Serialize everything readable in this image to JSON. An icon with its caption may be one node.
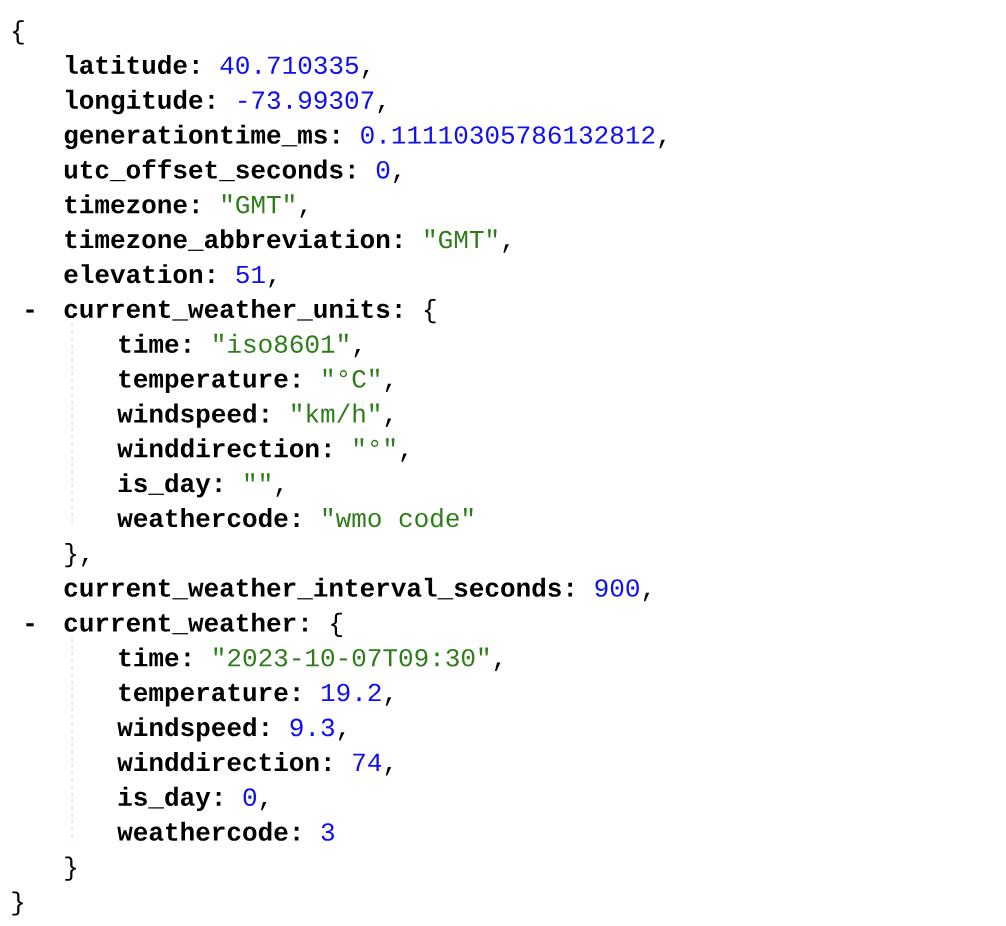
{
  "diagram": {
    "labels": [
      "{",
      "latitude:",
      "40.710335",
      ",",
      "longitude:",
      "-73.99307",
      ",",
      "generationtime_ms:",
      "0.11110305786132812",
      ",",
      "utc_offset_seconds:",
      "0",
      ",",
      "timezone:",
      "\"GMT\"",
      ",",
      "timezone_abbreviation:",
      "\"GMT\"",
      ",",
      "elevation:",
      "51",
      ",",
      "-",
      "current_weather_units:",
      "{",
      "time:",
      "\"iso8601\"",
      ",",
      "temperature:",
      "\"°C\"",
      ",",
      "windspeed:",
      "\"km/h\"",
      ",",
      "winddirection:",
      "\"°\"",
      ",",
      "is_day:",
      "\"\"",
      ",",
      "weathercode:",
      "\"wmo code\"",
      "},",
      "current_weather_interval_seconds:",
      "900",
      ",",
      "-",
      "current_weather:",
      "{",
      "time:",
      "\"2023-10-07T09:30\"",
      ",",
      "temperature:",
      "19.2",
      ",",
      "windspeed:",
      "9.3",
      ",",
      "winddirection:",
      "74",
      ",",
      "is_day:",
      "0",
      ",",
      "weathercode:",
      "3",
      "}",
      "}"
    ]
  }
}
